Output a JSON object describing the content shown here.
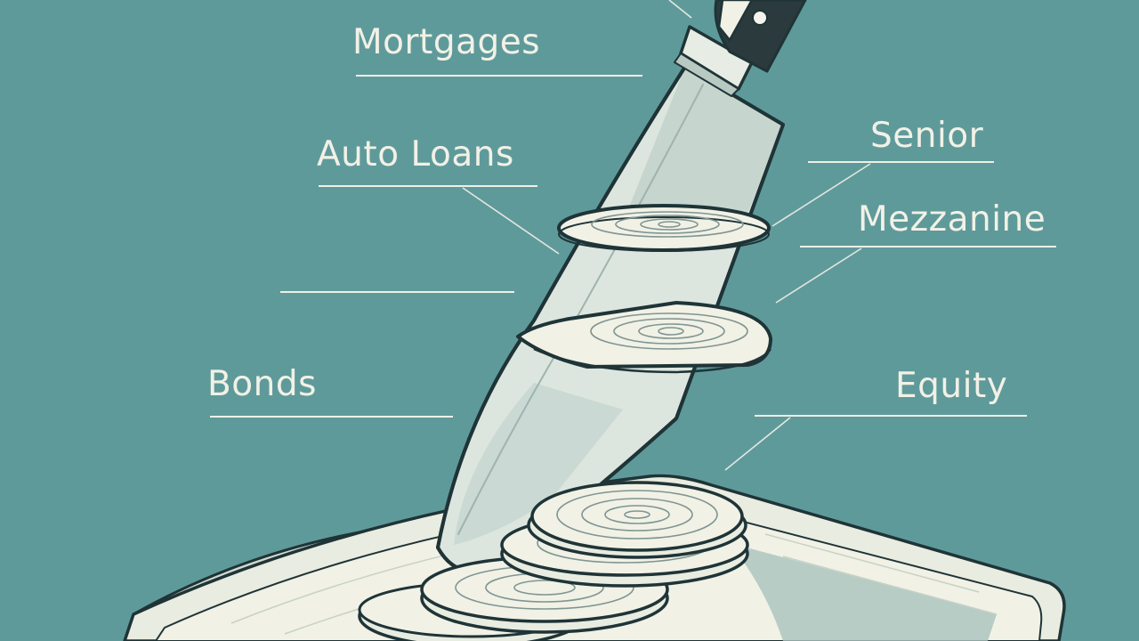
{
  "labels": {
    "left": [
      "Mortgages",
      "Auto Loans",
      "Bonds"
    ],
    "right": [
      "Senior",
      "Mezzanine",
      "Equity"
    ]
  },
  "colors": {
    "background": "#5f9a9b",
    "ink": "#1f3437",
    "paper": "#f2f1e6",
    "blade": "#dfe8e1",
    "handle": "#2a3a3d"
  },
  "icons": [
    "knife-icon",
    "cutting-board",
    "disc-slice"
  ]
}
